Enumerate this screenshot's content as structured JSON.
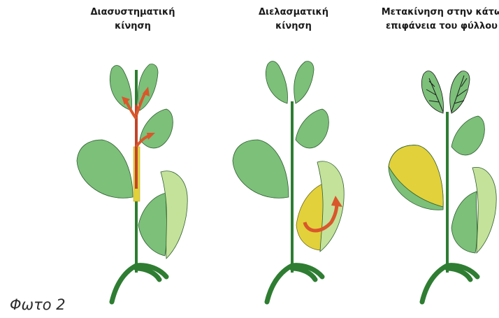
{
  "panels": [
    {
      "title_line1": "Διασυστηματική",
      "title_line2": "κίνηση"
    },
    {
      "title_line1": "Διελασματική",
      "title_line2": "κίνηση"
    },
    {
      "title_line1": "Μετακίνηση στην κάτω",
      "title_line2": "επιφάνεια του φύλλου"
    }
  ],
  "caption": "Φωτο 2",
  "colors": {
    "leaf_green": "#7cc07a",
    "leaf_light": "#c4e29a",
    "stem_green": "#2e7d32",
    "yellow": "#e2d13a",
    "arrow_orange": "#d9572b"
  }
}
